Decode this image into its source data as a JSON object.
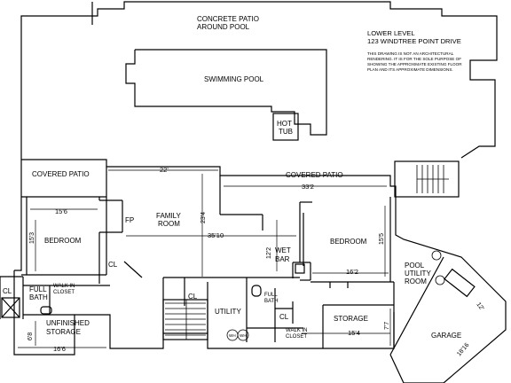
{
  "title_block": {
    "line1": "LOWER LEVEL",
    "line2": "123 WINDTREE POINT DRIVE",
    "disclaimer": [
      "THIS DRAWING IS NOT AN ARCHITECTURAL",
      "RENDERING. IT IS FOR THE SOLE PURPOSE OF",
      "SHOWING THE APPROXIMATE EXISTING FLOOR",
      "PLAN AND ITS APPROXIMATE DIMENSIONS."
    ]
  },
  "outdoor": {
    "patio_line1": "CONCRETE PATIO",
    "patio_line2": "AROUND POOL",
    "pool": "SWIMMING POOL",
    "hot_tub_line1": "HOT",
    "hot_tub_line2": "TUB",
    "covered_patio_left": "COVERED PATIO",
    "covered_patio_right": "COVERED PATIO"
  },
  "rooms": {
    "family_room_line1": "FAMILY",
    "family_room_line2": "ROOM",
    "fp": "FP",
    "bedroom_left": "BEDROOM",
    "bedroom_right": "BEDROOM",
    "wet_bar_line1": "WET",
    "wet_bar_line2": "BAR",
    "cl_left": "CL",
    "cl_utility": "CL",
    "cl_bath": "CL",
    "cl_far_left": "CL",
    "full_bath_left_line1": "FULL",
    "full_bath_left_line2": "BATH",
    "walk_in_closet_left_line1": "WALK IN",
    "walk_in_closet_left_line2": "CLOSET",
    "unfinished_storage_line1": "UNFINISHED",
    "unfinished_storage_line2": "STORAGE",
    "utility": "UTILITY",
    "full_bath_mid_line1": "FULL",
    "full_bath_mid_line2": "BATH",
    "walk_in_closet_mid_line1": "WALK IN",
    "walk_in_closet_mid_line2": "CLOSET",
    "storage": "STORAGE",
    "pool_utility_line1": "POOL",
    "pool_utility_line2": "UTILITY",
    "pool_utility_line3": "ROOM",
    "garage": "GARAGE",
    "wh1": "WH",
    "wh2": "WH"
  },
  "dimensions": {
    "family_width": "22'",
    "patio_width": "33'2",
    "bedroom_left_width": "15'6",
    "bedroom_left_depth": "15'3",
    "family_depth": "23'4",
    "family_length": "35'10",
    "bar_depth": "12'2",
    "bedroom_right_depth": "15'5",
    "bedroom_right_width": "16'2",
    "storage_depth": "7'7",
    "storage_width": "15'4",
    "unfinished_depth": "6'8",
    "unfinished_width": "16'6",
    "garage_depth": "12'",
    "garage_width": "18'16"
  }
}
